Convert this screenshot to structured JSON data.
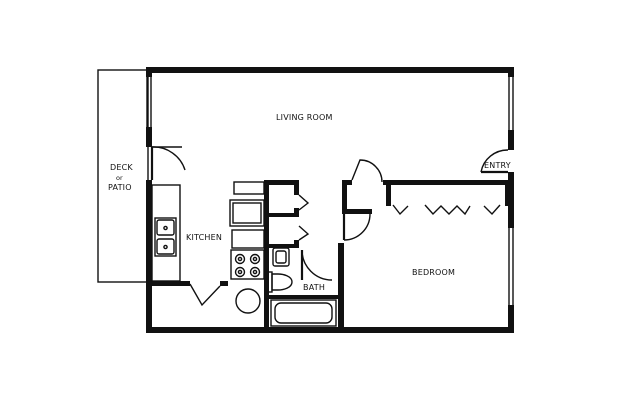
{
  "rooms": {
    "living_room": "LIVING ROOM",
    "kitchen": "KITCHEN",
    "bedroom": "BEDROOM",
    "bath": "BATH",
    "entry": "ENTRY",
    "deck_line1": "DECK",
    "deck_line2": "or",
    "deck_line3": "PATIO"
  },
  "colors": {
    "wall": "#111111",
    "background": "#ffffff"
  }
}
